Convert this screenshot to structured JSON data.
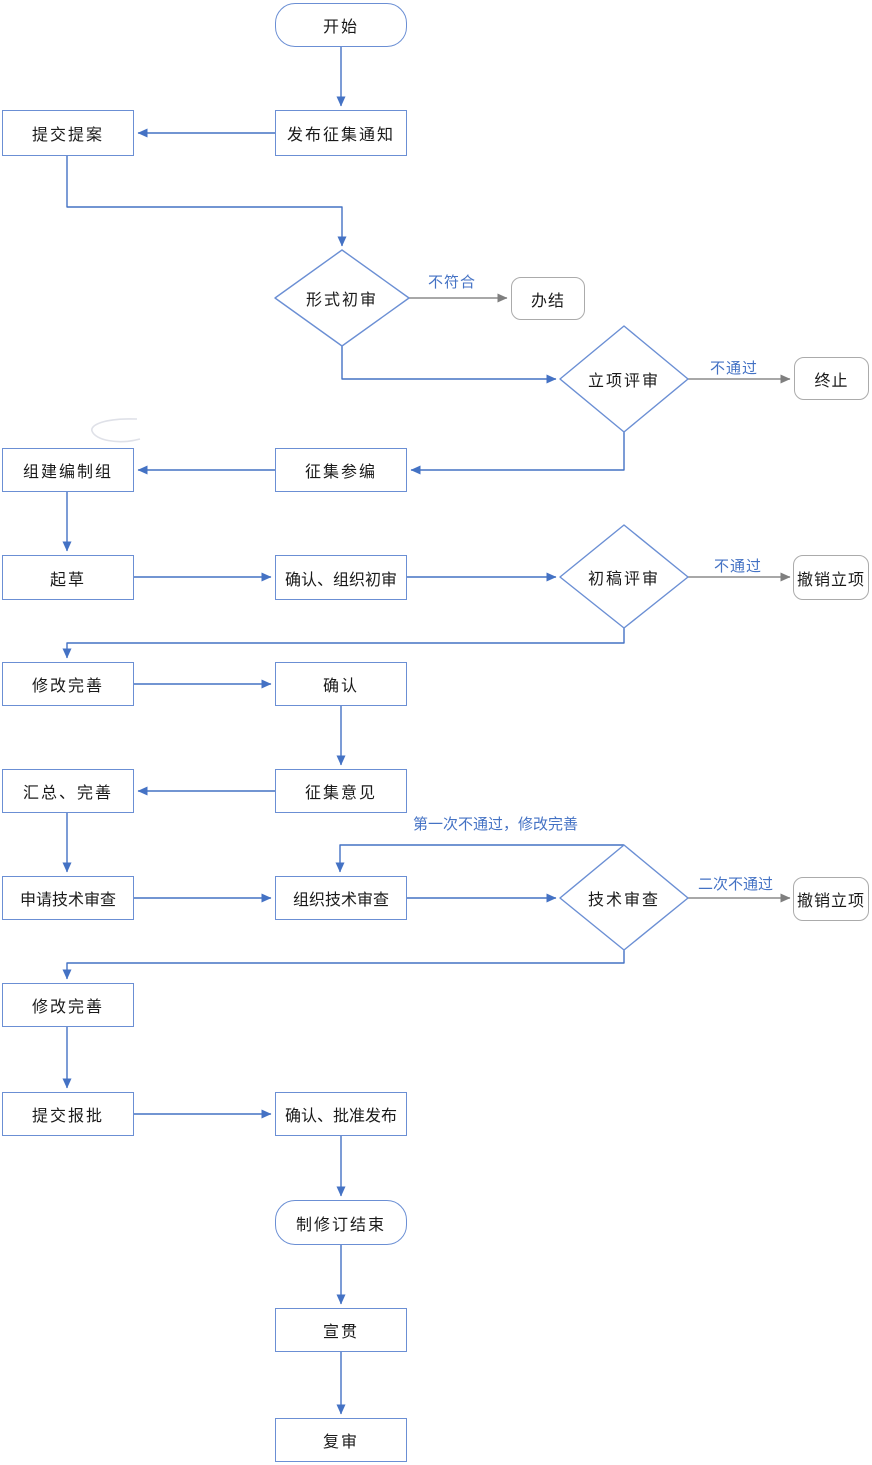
{
  "flowchart": {
    "description": "standard-development-revision-process-flowchart",
    "colors": {
      "blue_line": "#4472c4",
      "blue_border": "#6b8fd4",
      "gray_line": "#8c8c8c",
      "gray_border": "#ababab",
      "edge_label_text": "#4472c4",
      "node_text": "#1a1a1a",
      "background": "#ffffff"
    },
    "nodes": {
      "start": {
        "label": "开始",
        "type": "terminator"
      },
      "publish_notice": {
        "label": "发布征集通知",
        "type": "process"
      },
      "submit_proposal": {
        "label": "提交提案",
        "type": "process"
      },
      "formal_review": {
        "label": "形式初审",
        "type": "decision"
      },
      "case_closed": {
        "label": "办结",
        "type": "terminator"
      },
      "project_approval_review": {
        "label": "立项评审",
        "type": "decision"
      },
      "terminate": {
        "label": "终止",
        "type": "terminator"
      },
      "solicit_participants": {
        "label": "征集参编",
        "type": "process"
      },
      "form_drafting_group": {
        "label": "组建编制组",
        "type": "process"
      },
      "draft": {
        "label": "起草",
        "type": "process"
      },
      "confirm_organize_review": {
        "label": "确认、组织初审",
        "type": "process"
      },
      "first_draft_review": {
        "label": "初稿评审",
        "type": "decision"
      },
      "cancel_project_1": {
        "label": "撤销立项",
        "type": "terminator"
      },
      "revise_improve_1": {
        "label": "修改完善",
        "type": "process"
      },
      "confirm": {
        "label": "确认",
        "type": "process"
      },
      "solicit_opinions": {
        "label": "征集意见",
        "type": "process"
      },
      "summarize_improve": {
        "label": "汇总、完善",
        "type": "process"
      },
      "apply_technical_review": {
        "label": "申请技术审查",
        "type": "process"
      },
      "organize_technical_review": {
        "label": "组织技术审查",
        "type": "process"
      },
      "technical_review": {
        "label": "技术审查",
        "type": "decision"
      },
      "cancel_project_2": {
        "label": "撤销立项",
        "type": "terminator"
      },
      "revise_improve_2": {
        "label": "修改完善",
        "type": "process"
      },
      "submit_approval": {
        "label": "提交报批",
        "type": "process"
      },
      "confirm_approve_publish": {
        "label": "确认、批准发布",
        "type": "process"
      },
      "revision_end": {
        "label": "制修订结束",
        "type": "terminator"
      },
      "publicize": {
        "label": "宣贯",
        "type": "process"
      },
      "re_review": {
        "label": "复审",
        "type": "process"
      }
    },
    "edge_labels": {
      "not_compliant": "不符合",
      "not_passed_1": "不通过",
      "not_passed_2": "不通过",
      "first_fail_revise": "第一次不通过，修改完善",
      "second_fail": "二次不通过"
    }
  }
}
